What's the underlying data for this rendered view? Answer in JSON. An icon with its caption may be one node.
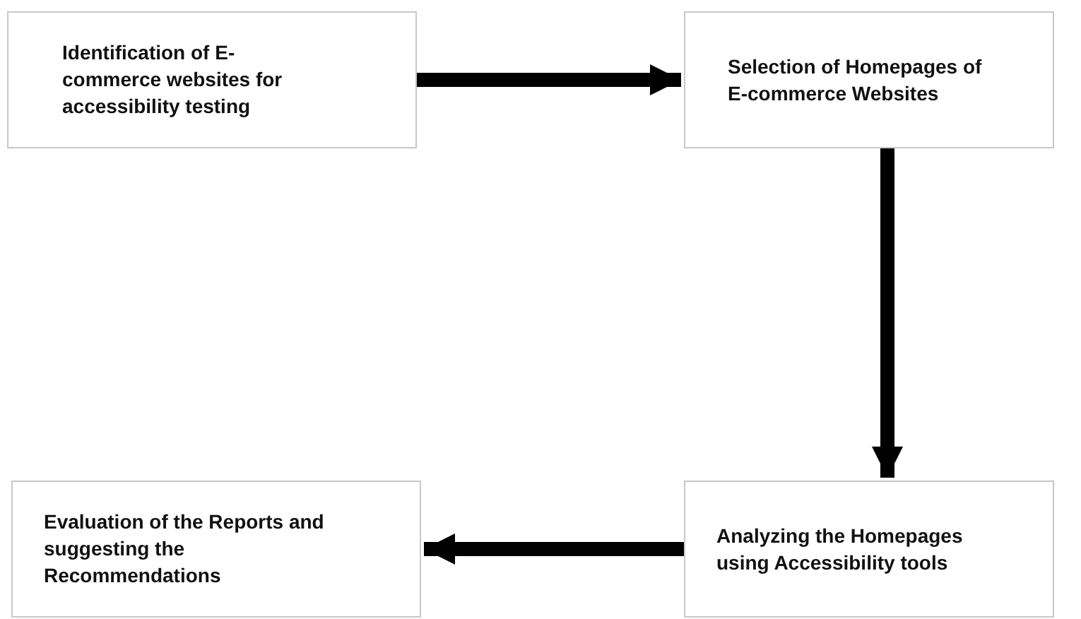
{
  "diagram": {
    "nodes": [
      {
        "text": [
          "Identification of E-commerce websites for accessibility testing"
        ]
      },
      {
        "text": [
          "Selection of Homepages of E-commerce Websites"
        ]
      },
      {
        "text": [
          "Evaluation of the Reports and suggesting the Recommendations"
        ]
      },
      {
        "text": [
          "Analyzing the Homepages using Accessibility tools"
        ]
      }
    ],
    "edges": [
      {
        "from": 0,
        "to": 1,
        "arrow": "to"
      },
      {
        "from": 1,
        "to": 3,
        "arrow": "to"
      },
      {
        "from": 3,
        "to": 2,
        "arrow": "to"
      }
    ]
  }
}
